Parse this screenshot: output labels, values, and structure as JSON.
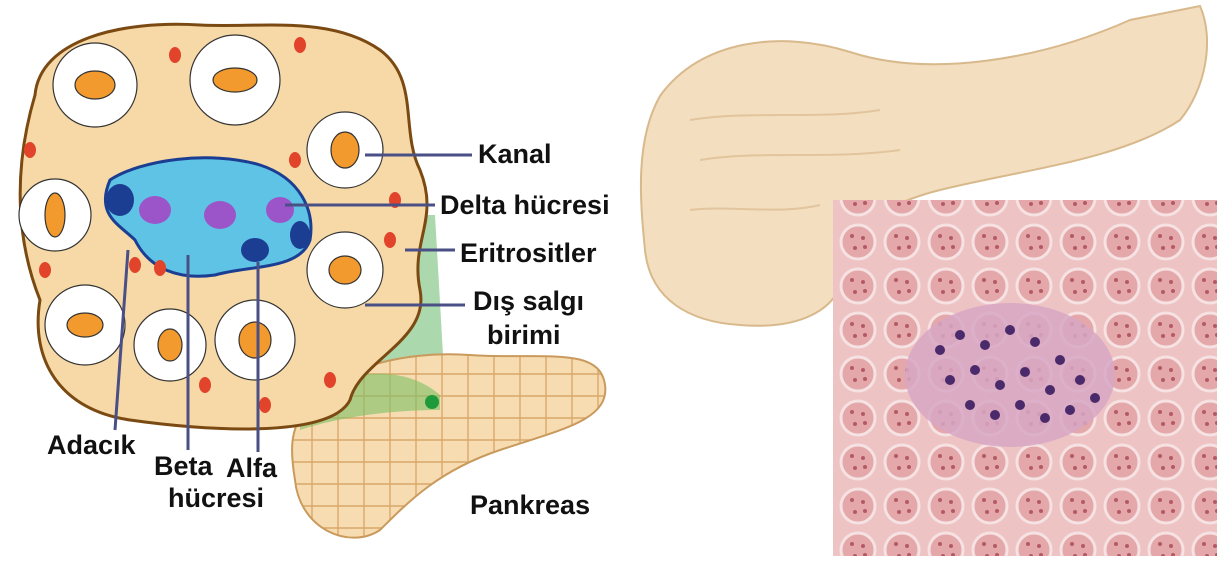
{
  "figure": {
    "labels": {
      "kanal": "Kanal",
      "delta": "Delta hücresi",
      "eritrosit": "Eritrositler",
      "dis_salgi_1": "Dış salgı",
      "dis_salgi_2": "birimi",
      "adacik": "Adacık",
      "beta": "Beta",
      "alfa": "Alfa",
      "hucresi": "hücresi",
      "pankreas": "Pankreas"
    },
    "colors": {
      "tissue": "#f6d9a6",
      "tissue_outline": "#7b4a12",
      "acinus_core": "#f29a2e",
      "islet_blue": "#5fc3e6",
      "islet_dark": "#1b3e93",
      "delta_purple": "#9b55c8",
      "erythrocyte": "#e2442b",
      "pancreas_left": "#f3dec0",
      "histology_bg": "#e7b6b6",
      "islet_nuclei": "#4a2a6a"
    },
    "icons": [
      "islet-cluster-drawing",
      "pancreas-organ-drawing",
      "histology-micrograph"
    ]
  }
}
